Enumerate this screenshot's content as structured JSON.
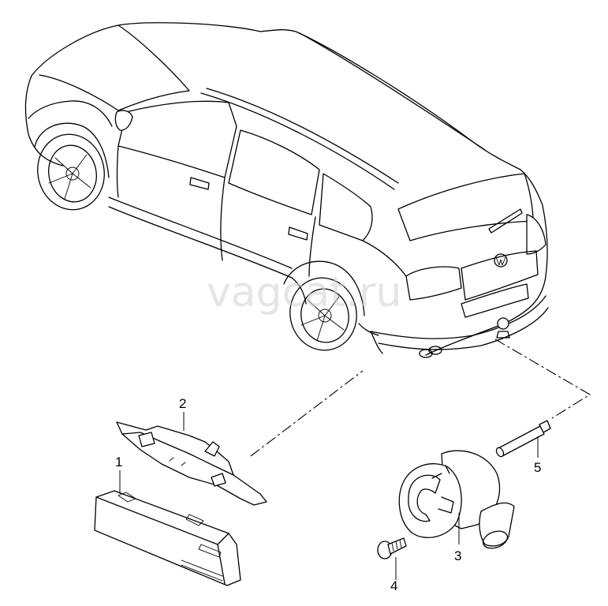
{
  "watermark": "vagcat.ru",
  "callouts": [
    {
      "id": "1",
      "label": "1"
    },
    {
      "id": "2",
      "label": "2"
    },
    {
      "id": "3",
      "label": "3"
    },
    {
      "id": "4",
      "label": "4"
    },
    {
      "id": "5",
      "label": "5"
    }
  ]
}
